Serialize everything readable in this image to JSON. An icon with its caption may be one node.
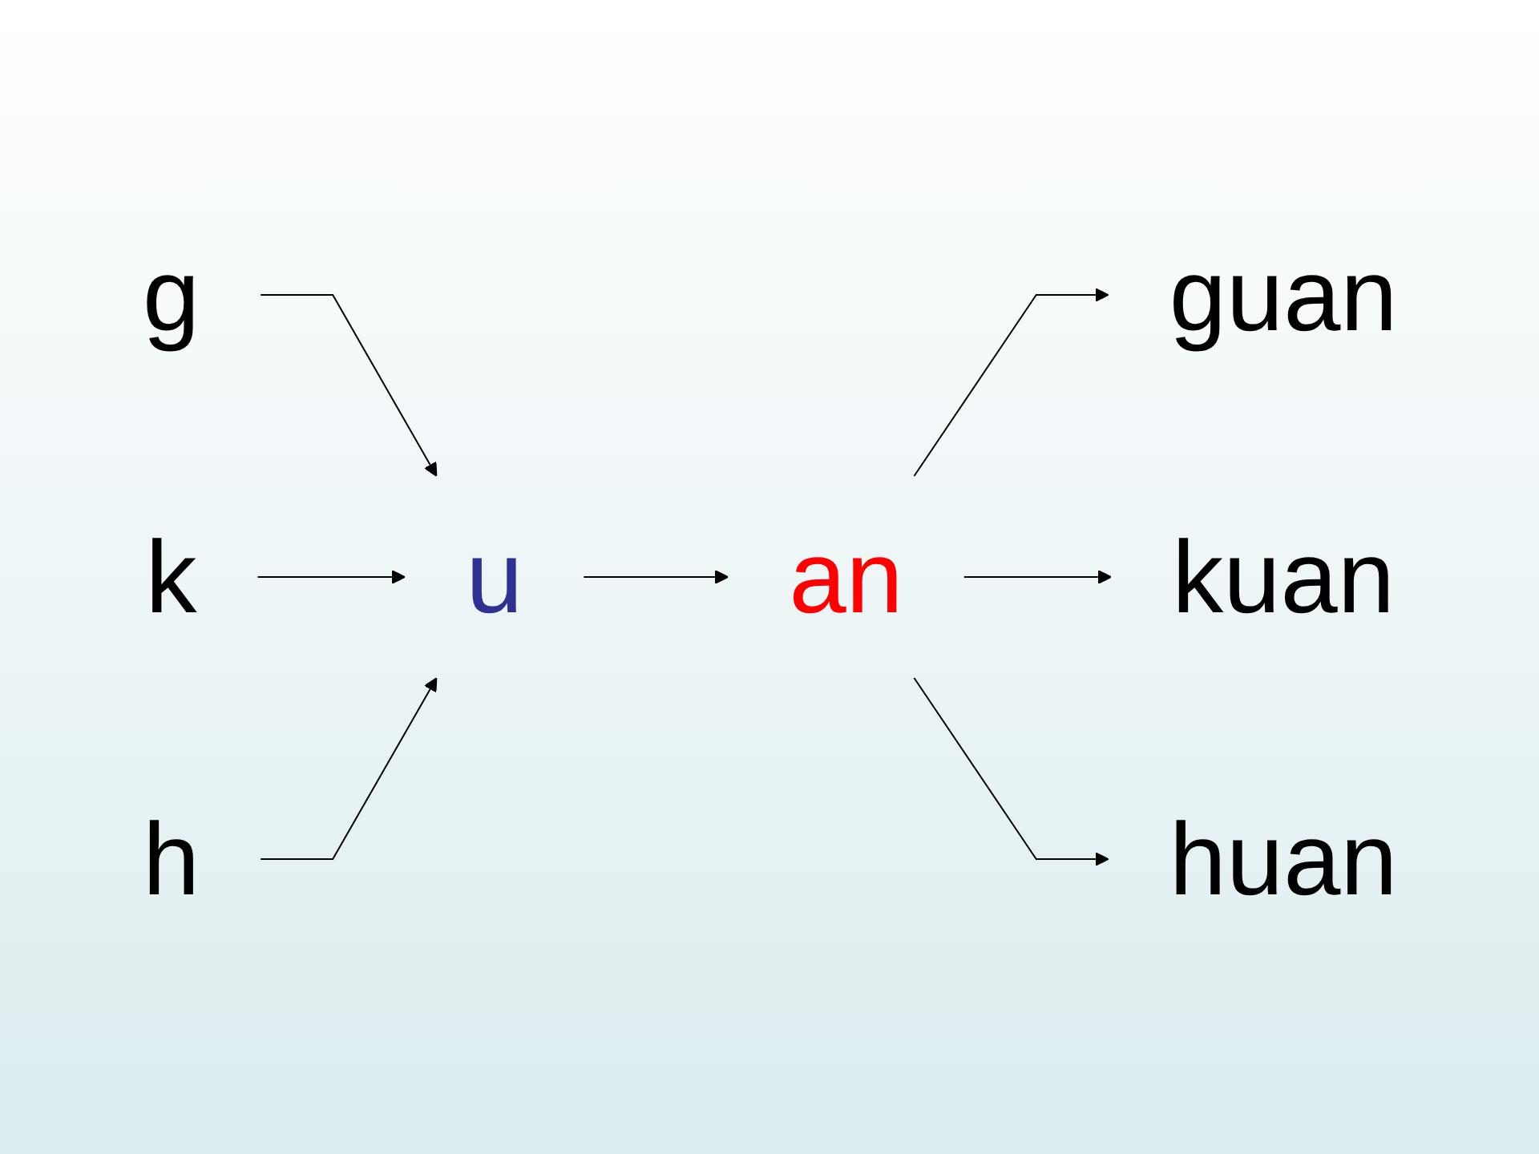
{
  "diagram": {
    "nodes": [
      {
        "text": [
          "g"
        ]
      },
      {
        "text": [
          "k"
        ]
      },
      {
        "text": [
          "h"
        ]
      },
      {
        "text": [
          "u"
        ]
      },
      {
        "text": [
          "an"
        ]
      },
      {
        "text": [
          "guan"
        ]
      },
      {
        "text": [
          "kuan"
        ]
      },
      {
        "text": [
          "huan"
        ]
      }
    ],
    "edges": [
      {
        "from": 0,
        "to": 3,
        "arrow": "to"
      },
      {
        "from": 1,
        "to": 3,
        "arrow": "to"
      },
      {
        "from": 2,
        "to": 3,
        "arrow": "to"
      },
      {
        "from": 3,
        "to": 4,
        "arrow": "to"
      },
      {
        "from": 4,
        "to": 5,
        "arrow": "to"
      },
      {
        "from": 4,
        "to": 6,
        "arrow": "to"
      },
      {
        "from": 4,
        "to": 7,
        "arrow": "to"
      }
    ]
  }
}
